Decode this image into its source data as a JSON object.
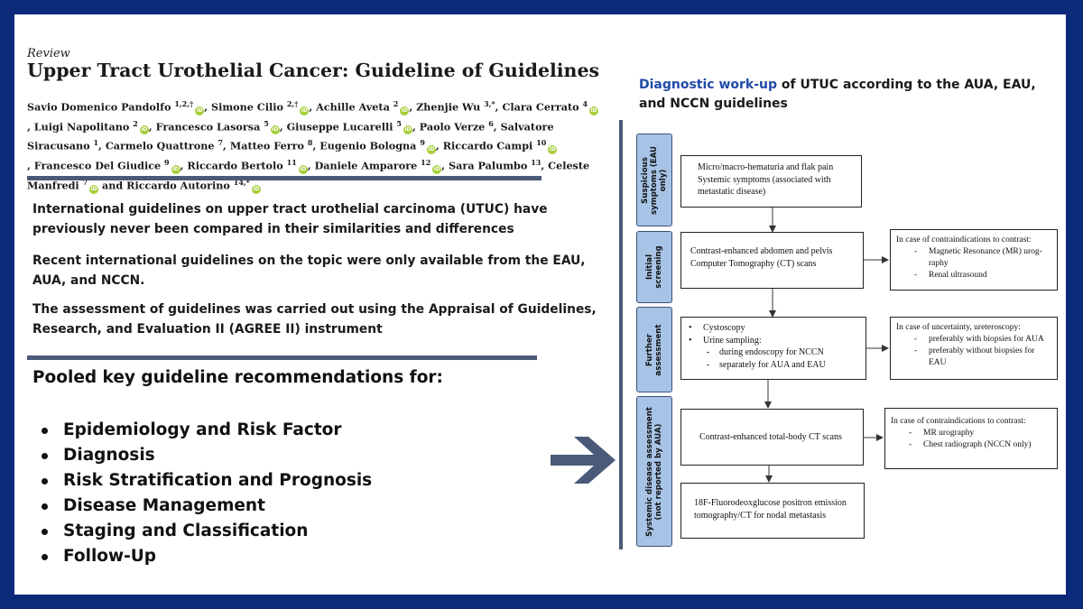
{
  "paper": {
    "type_label": "Review",
    "title": "Upper Tract Urothelial Cancer: Guideline of Guidelines",
    "authors": [
      {
        "name": "Savio Domenico Pandolfo",
        "sup": "1,2,†",
        "orcid": true,
        "sep": ", "
      },
      {
        "name": "Simone Cilio",
        "sup": "2,†",
        "orcid": true,
        "sep": ", "
      },
      {
        "name": "Achille Aveta",
        "sup": "2",
        "orcid": true,
        "sep": ", "
      },
      {
        "name": "Zhenjie Wu",
        "sup": "3,*",
        "orcid": false,
        "sep": ", "
      },
      {
        "name": "Clara Cerrato",
        "sup": "4",
        "orcid": true,
        "sep": ", "
      },
      {
        "name": "Luigi Napolitano",
        "sup": "2",
        "orcid": true,
        "sep": ", "
      },
      {
        "name": "Francesco Lasorsa",
        "sup": "5",
        "orcid": true,
        "sep": ", "
      },
      {
        "name": "Giuseppe Lucarelli",
        "sup": "5",
        "orcid": true,
        "sep": ", "
      },
      {
        "name": "Paolo Verze",
        "sup": "6",
        "orcid": false,
        "sep": ", "
      },
      {
        "name": "Salvatore Siracusano",
        "sup": "1",
        "orcid": false,
        "sep": ", "
      },
      {
        "name": "Carmelo Quattrone",
        "sup": "7",
        "orcid": false,
        "sep": ", "
      },
      {
        "name": "Matteo Ferro",
        "sup": "8",
        "orcid": false,
        "sep": ", "
      },
      {
        "name": "Eugenio Bologna",
        "sup": "9",
        "orcid": true,
        "sep": ", "
      },
      {
        "name": "Riccardo Campi",
        "sup": "10",
        "orcid": true,
        "sep": ", "
      },
      {
        "name": "Francesco Del Giudice",
        "sup": "9",
        "orcid": true,
        "sep": ", "
      },
      {
        "name": "Riccardo Bertolo",
        "sup": "11",
        "orcid": true,
        "sep": ", "
      },
      {
        "name": "Daniele Amparore",
        "sup": "12",
        "orcid": true,
        "sep": ", "
      },
      {
        "name": "Sara Palumbo",
        "sup": "13",
        "orcid": false,
        "sep": ", "
      },
      {
        "name": "Celeste Manfredi",
        "sup": "7",
        "orcid": true,
        "sep": " and "
      },
      {
        "name": "Riccardo Autorino",
        "sup": "14,*",
        "orcid": true,
        "sep": ""
      }
    ]
  },
  "summary": [
    "International guidelines on upper tract urothelial carcinoma (UTUC) have previously never been compared in their similarities and differences",
    "Recent international guidelines on the topic were only available from the EAU, AUA, and NCCN.",
    "The assessment of guidelines was carried out using the Appraisal of Guidelines, Research, and Evaluation II (AGREE II) instrument"
  ],
  "recommendations": {
    "heading": "Pooled key guideline recommendations for:",
    "items": [
      "Epidemiology and Risk Factor",
      "Diagnosis",
      "Risk Stratification and Prognosis",
      "Disease Management",
      "Staging and Classification",
      "Follow-Up"
    ]
  },
  "flowchart": {
    "title_accent": "Diagnostic work-up",
    "title_rest": " of UTUC according to the AUA, EAU, and NCCN guidelines",
    "stages": [
      {
        "label_lines": [
          "Suspicious",
          "symptoms (EAU only)"
        ]
      },
      {
        "label_lines": [
          "Initial screening"
        ]
      },
      {
        "label_lines": [
          "Further assessment"
        ]
      },
      {
        "label_lines": [
          "Systemic disease assessment",
          "(not reported by AUA)"
        ]
      }
    ],
    "boxes": {
      "symptoms": [
        "Micro/macro-hematuria and flak pain",
        "Systemic symptoms (associated with",
        "metastatic disease)"
      ],
      "ct_scans": [
        "Contrast-enhanced abdomen and pelvis",
        "Computer Tomography (CT) scans"
      ],
      "ct_alt_title": "In case of contraindications to contrast:",
      "ct_alt_items": [
        {
          "first": "Magnetic Resonance (MR) urog-",
          "cont": "raphy"
        },
        {
          "first": "Renal ultrasound"
        }
      ],
      "further_items": [
        "Cystoscopy",
        "Urine sampling:"
      ],
      "further_sub": [
        "during endoscopy for NCCN",
        "separately for AUA and EAU"
      ],
      "uncertainty_title": "In case of uncertainty, ureteroscopy:",
      "uncertainty_items": [
        {
          "first": "preferably with biopsies for AUA"
        },
        {
          "first": "preferably without biopsies for",
          "cont": "EAU"
        }
      ],
      "total_body": [
        "Contrast-enhanced total-body CT scans"
      ],
      "total_alt_title": "In case of contraindications to contrast:",
      "total_alt_items": [
        {
          "first": "MR urography"
        },
        {
          "first": "Chest radiograph (NCCN only)"
        }
      ],
      "pet": [
        "18F-Fluorodeoxglucose positron emission",
        "tomography/CT for nodal metastasis"
      ]
    }
  },
  "colors": {
    "frame": "#0b2a7a",
    "accent": "#1f4aa8",
    "stage_fill": "#a7c3e6",
    "rule": "#4a5a78",
    "orcid": "#a6ce39"
  },
  "icons": {
    "orcid": "orcid-icon",
    "big_arrow": "right-arrow-icon"
  }
}
